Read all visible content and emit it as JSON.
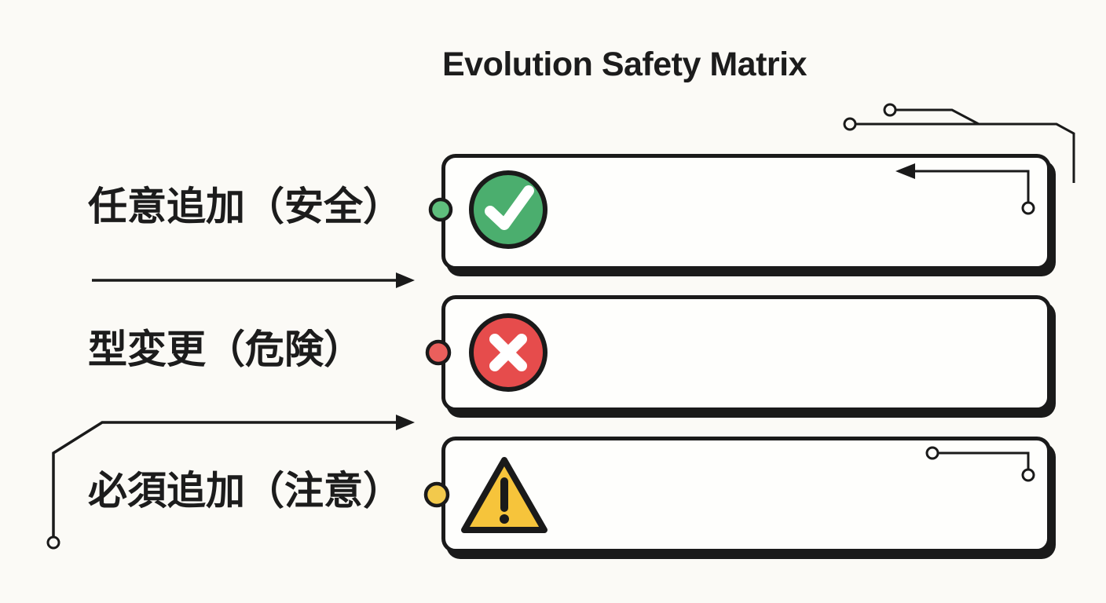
{
  "title": "Evolution Safety Matrix",
  "rows": [
    {
      "label": "任意追加（安全）",
      "status": "safe",
      "icon": "check-circle-icon",
      "icon_color": "#4BAE6E",
      "dot_color": "#5FBE7D"
    },
    {
      "label": "型変更（危険）",
      "status": "danger",
      "icon": "x-circle-icon",
      "icon_color": "#E64C4C",
      "dot_color": "#EA5F5C"
    },
    {
      "label": "必須追加（注意）",
      "status": "caution",
      "icon": "warning-triangle-icon",
      "icon_color": "#F6C43B",
      "dot_color": "#F2C94C"
    }
  ],
  "colors": {
    "background": "#FBFAF6",
    "line": "#1A1A1A",
    "box_fill": "#FEFEFC",
    "icon_mark": "#FFFFFF"
  }
}
